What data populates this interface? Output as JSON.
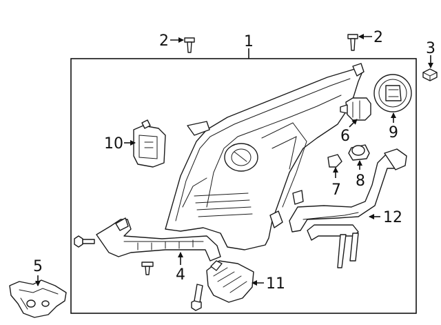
{
  "diagram": {
    "callouts": [
      {
        "id": "1",
        "text": "1"
      },
      {
        "id": "2a",
        "text": "2"
      },
      {
        "id": "2b",
        "text": "2"
      },
      {
        "id": "3",
        "text": "3"
      },
      {
        "id": "4",
        "text": "4"
      },
      {
        "id": "5",
        "text": "5"
      },
      {
        "id": "6",
        "text": "6"
      },
      {
        "id": "7",
        "text": "7"
      },
      {
        "id": "8",
        "text": "8"
      },
      {
        "id": "9",
        "text": "9"
      },
      {
        "id": "10",
        "text": "10"
      },
      {
        "id": "11",
        "text": "11"
      },
      {
        "id": "12",
        "text": "12"
      }
    ]
  }
}
